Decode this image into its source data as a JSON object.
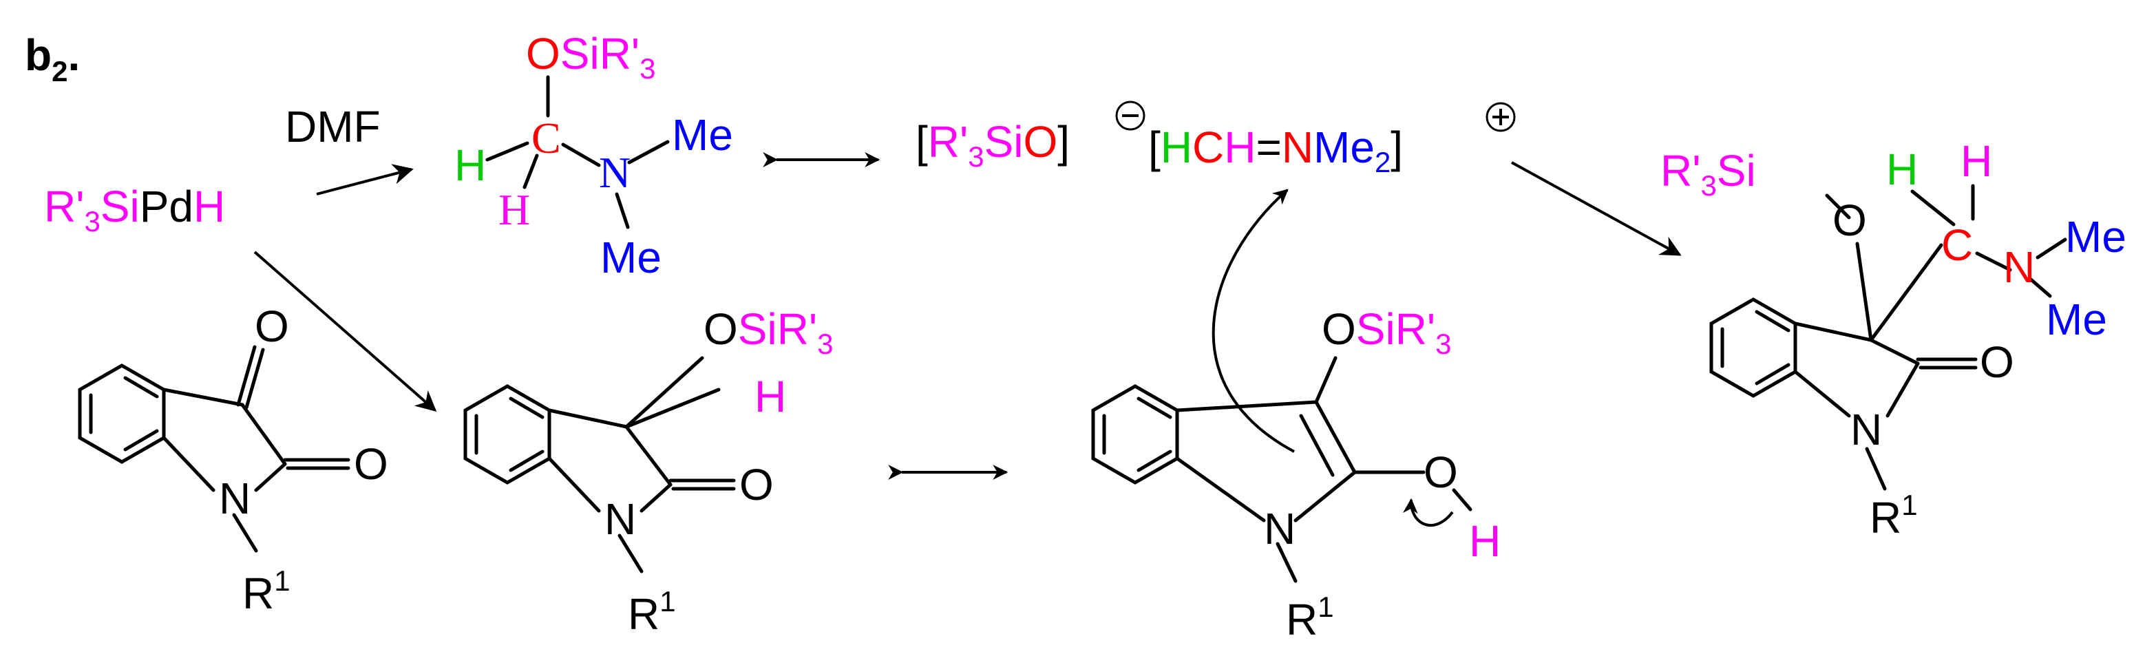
{
  "colors": {
    "black": "#000000",
    "red": "#ff0000",
    "magenta": "#ff00ff",
    "green": "#00cc00",
    "blue": "#0000ff"
  },
  "label": {
    "text": "b",
    "sub": "2",
    "dot": "."
  },
  "dmf": "DMF",
  "reagent": {
    "silyl": "R'",
    "silyl_sub": "3",
    "si": "Si",
    "pd": "Pd",
    "h": "H"
  },
  "aminal": {
    "o": "O",
    "si": "SiR'",
    "si_sub": "3",
    "c": "C",
    "h_left": "H",
    "h_bottom": "H",
    "n": "N",
    "me_top": "Me",
    "me_bottom": "Me"
  },
  "iminium": {
    "lb1": "[",
    "anion": "R'",
    "anion_sub": "3",
    "anion_rest": "Si",
    "anion_o": "O",
    "rb1": "]",
    "minus": "−",
    "lb2": "[",
    "h1": "H",
    "c": "C",
    "h2": "H",
    "eq": "=",
    "n": "N",
    "me": "Me",
    "me_sub": "2",
    "rb2": "]",
    "plus": "+"
  },
  "isatin": {
    "o1": "O",
    "o2": "O",
    "n": "N",
    "r": "R",
    "r_sup": "1"
  },
  "intermediate": {
    "o": "O",
    "si": "SiR'",
    "si_sub": "3",
    "h": "H",
    "o2": "O",
    "n": "N",
    "r": "R",
    "r_sup": "1"
  },
  "enol": {
    "o": "O",
    "si": "SiR'",
    "si_sub": "3",
    "oh_o": "O",
    "oh_h": "H",
    "n": "N",
    "r": "R",
    "r_sup": "1"
  },
  "product": {
    "silyl": "R'",
    "silyl_sub": "3",
    "silyl_rest": "Si",
    "o": "O",
    "h1": "H",
    "h2": "H",
    "c": "C",
    "n": "N",
    "me1": "Me",
    "me2": "Me",
    "o2": "O",
    "n_ring": "N",
    "r": "R",
    "r_sup": "1"
  }
}
